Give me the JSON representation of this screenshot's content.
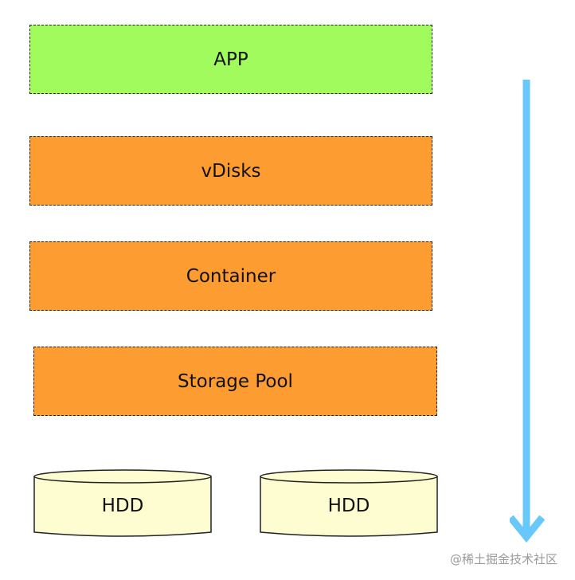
{
  "layers": [
    {
      "label": "APP",
      "color": "#a2fb5c"
    },
    {
      "label": "vDisks",
      "color": "#fd9c31"
    },
    {
      "label": "Container",
      "color": "#fd9c31"
    },
    {
      "label": "Storage Pool",
      "color": "#fd9c31"
    }
  ],
  "disks": [
    {
      "label": "HDD",
      "color": "#fdfdd1"
    },
    {
      "label": "HDD",
      "color": "#fdfdd1"
    }
  ],
  "arrow": {
    "color": "#69c8fb",
    "direction": "down"
  },
  "watermark": "@稀土掘金技术社区"
}
